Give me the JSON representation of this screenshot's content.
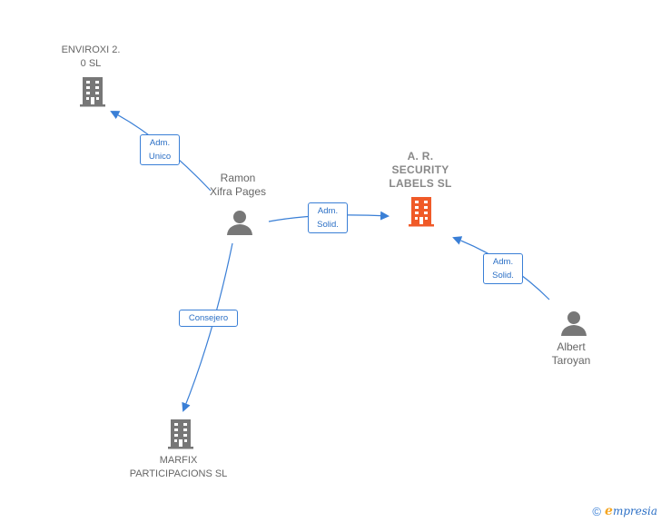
{
  "nodes": {
    "enviroxi": {
      "label": "ENVIROXI 2.\n0  SL",
      "type": "company"
    },
    "ar_security": {
      "label": "A.  R.\nSECURITY\nLABELS  SL",
      "type": "company-main"
    },
    "marfix": {
      "label": "MARFIX\nPARTICIPACIONS SL",
      "type": "company"
    },
    "ramon": {
      "label": "Ramon\nXifra Pages",
      "type": "person"
    },
    "albert": {
      "label": "Albert\nTaroyan",
      "type": "person"
    }
  },
  "edges": {
    "ramon_enviroxi": {
      "label": "Adm.\nUnico"
    },
    "ramon_ar": {
      "label": "Adm.\nSolid."
    },
    "albert_ar": {
      "label": "Adm.\nSolid."
    },
    "ramon_marfix": {
      "label": "Consejero"
    }
  },
  "colors": {
    "edge": "#3a7fd6",
    "company": "#777777",
    "company_main": "#f05a28",
    "person": "#777777"
  },
  "footer": {
    "copyright": "©",
    "brand_initial": "e",
    "brand_rest": "mpresia"
  }
}
